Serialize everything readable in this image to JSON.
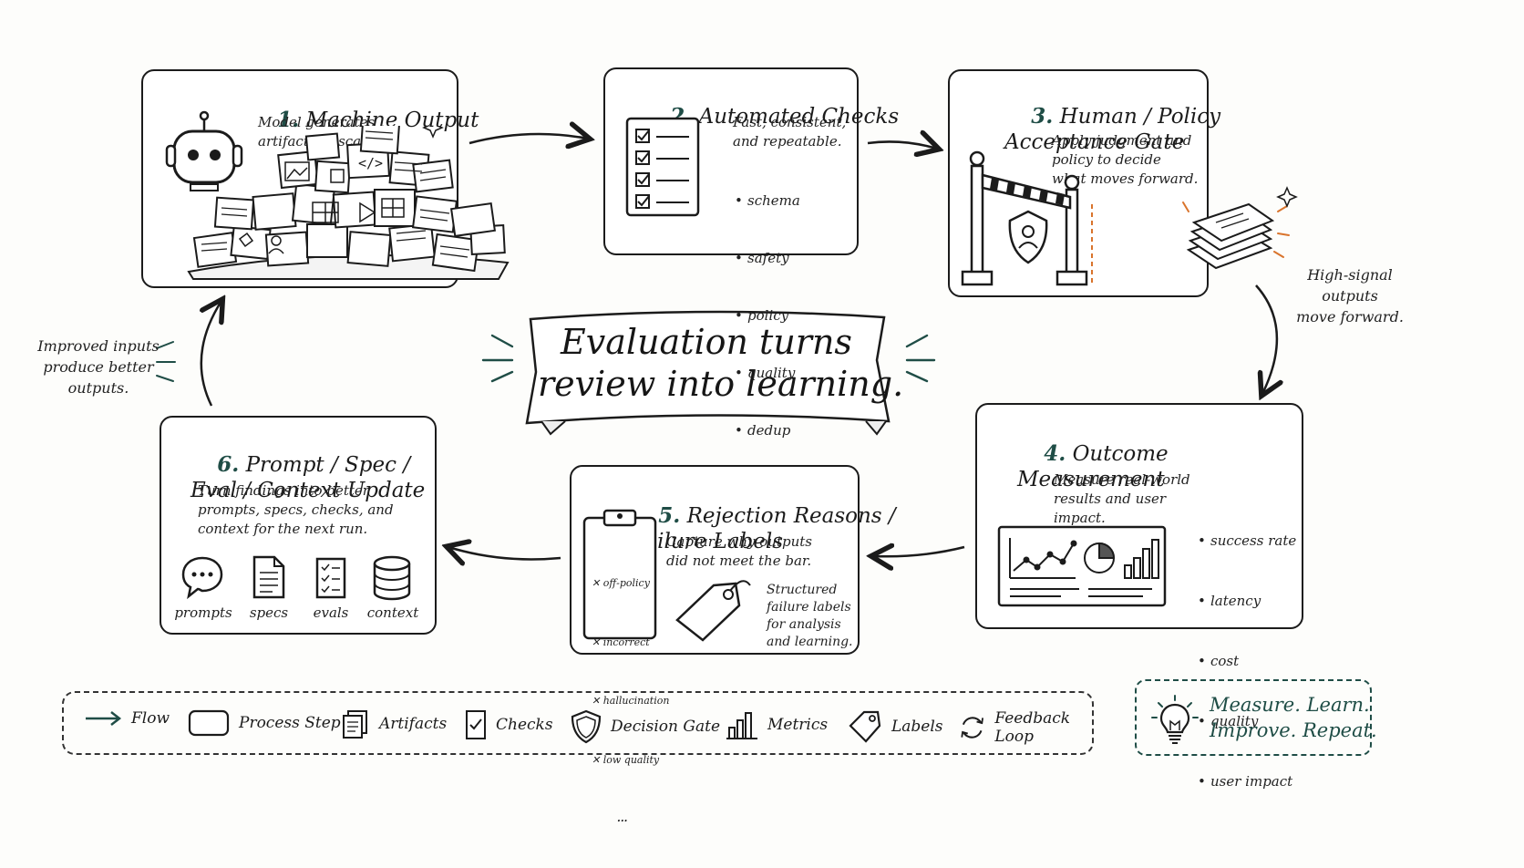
{
  "center_banner": "Evaluation turns\nreview into learning.",
  "steps": [
    {
      "num": "1.",
      "title": "Machine Output",
      "desc": "Model generates\nartifacts at scale."
    },
    {
      "num": "2.",
      "title": "Automated Checks",
      "desc": "Fast, consistent,\nand repeatable.",
      "bullets": [
        "schema",
        "safety",
        "policy",
        "quality",
        "dedup"
      ]
    },
    {
      "num": "3.",
      "title": "Human / Policy\nAcceptance Gate",
      "desc": "Apply judgment and\npolicy to decide\nwhat moves forward."
    },
    {
      "num": "4.",
      "title": "Outcome\nMeasurement",
      "desc": "Measure real-world\nresults and user\nimpact.",
      "bullets": [
        "success rate",
        "latency",
        "cost",
        "quality",
        "user impact"
      ]
    },
    {
      "num": "5.",
      "title": "Rejection Reasons /\nFailure Labels",
      "desc": "Capture why outputs\ndid not meet the bar.",
      "clipboard_items": [
        "off-policy",
        "incorrect",
        "hallucination",
        "low quality"
      ],
      "clipboard_more": "...",
      "tag_note": "Structured\nfailure labels\nfor analysis\nand learning."
    },
    {
      "num": "6.",
      "title": "Prompt / Spec /\nEval / Context Update",
      "desc": "Turn findings into better\nprompts, specs, checks, and\ncontext for the next run.",
      "icons": [
        {
          "icon": "speech-bubble-icon",
          "label": "prompts"
        },
        {
          "icon": "document-icon",
          "label": "specs"
        },
        {
          "icon": "checklist-icon",
          "label": "evals"
        },
        {
          "icon": "database-icon",
          "label": "context"
        }
      ]
    }
  ],
  "side_notes": {
    "high_signal": "High-signal\noutputs\nmove forward.",
    "improved": "Improved inputs\nproduce better\noutputs."
  },
  "legend": [
    {
      "icon": "arrow-icon",
      "label": "Flow"
    },
    {
      "icon": "process-step-icon",
      "label": "Process Step"
    },
    {
      "icon": "artifacts-icon",
      "label": "Artifacts"
    },
    {
      "icon": "checks-icon",
      "label": "Checks"
    },
    {
      "icon": "shield-icon",
      "label": "Decision Gate"
    },
    {
      "icon": "bar-chart-icon",
      "label": "Metrics"
    },
    {
      "icon": "tag-icon",
      "label": "Labels"
    },
    {
      "icon": "refresh-icon",
      "label": "Feedback Loop"
    }
  ],
  "motto": "Measure. Learn.\nImprove. Repeat.",
  "colors": {
    "accent": "#1f4d46",
    "ink": "#1b1b1b",
    "orange": "#d9742c"
  }
}
